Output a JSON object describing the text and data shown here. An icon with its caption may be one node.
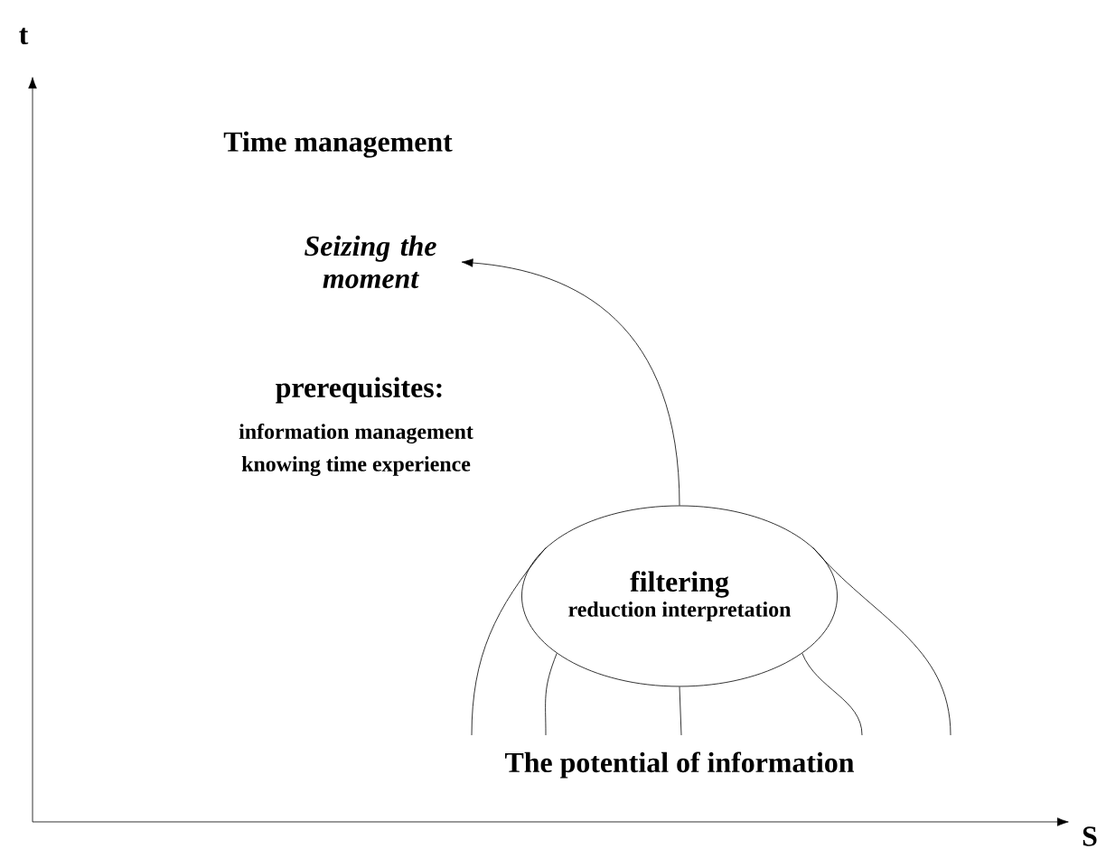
{
  "diagram": {
    "nodes": [
      {
        "text": [
          "filtering",
          "reduction interpretation"
        ]
      },
      {
        "text": [
          "Seizing the moment"
        ]
      },
      {
        "text": [
          "The potential of information"
        ]
      }
    ],
    "edges": [
      {
        "from": 0,
        "to": 1,
        "arrow": "to"
      },
      {
        "from": 2,
        "to": 0,
        "arrow": "none"
      },
      {
        "from": 2,
        "to": 0,
        "arrow": "none"
      },
      {
        "from": 2,
        "to": 0,
        "arrow": "none"
      },
      {
        "from": 2,
        "to": 0,
        "arrow": "none"
      },
      {
        "from": 2,
        "to": 0,
        "arrow": "none"
      }
    ],
    "labels": [
      "t",
      "Time management",
      "prerequisites:",
      "information management",
      "knowing time experience",
      "S"
    ]
  }
}
